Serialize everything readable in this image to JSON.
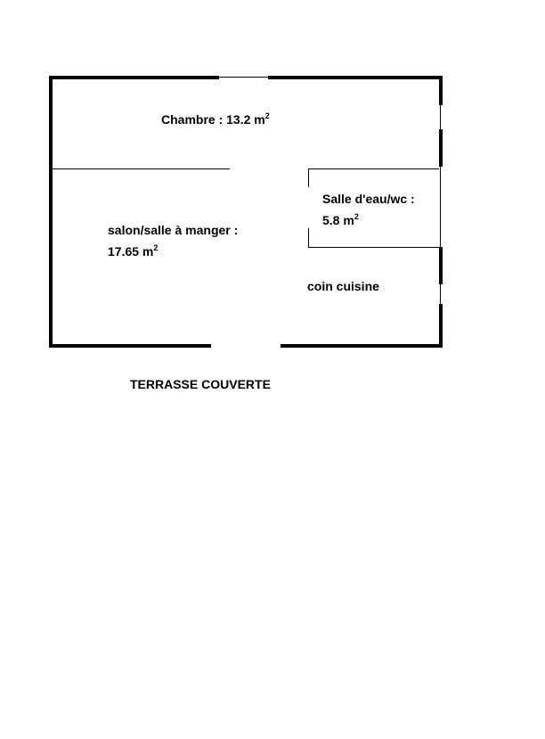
{
  "rooms": {
    "chambre": {
      "label": "Chambre : 13.2 m",
      "exp": "2"
    },
    "salon": {
      "line1": "salon/salle à manger :",
      "line2": "17.65 m",
      "exp": "2"
    },
    "salle_eau": {
      "line1": "Salle d'eau/wc :",
      "line2": "5.8 m",
      "exp": "2"
    },
    "cuisine": {
      "label": "coin cuisine"
    }
  },
  "outside": {
    "terrasse": "TERRASSE COUVERTE"
  }
}
